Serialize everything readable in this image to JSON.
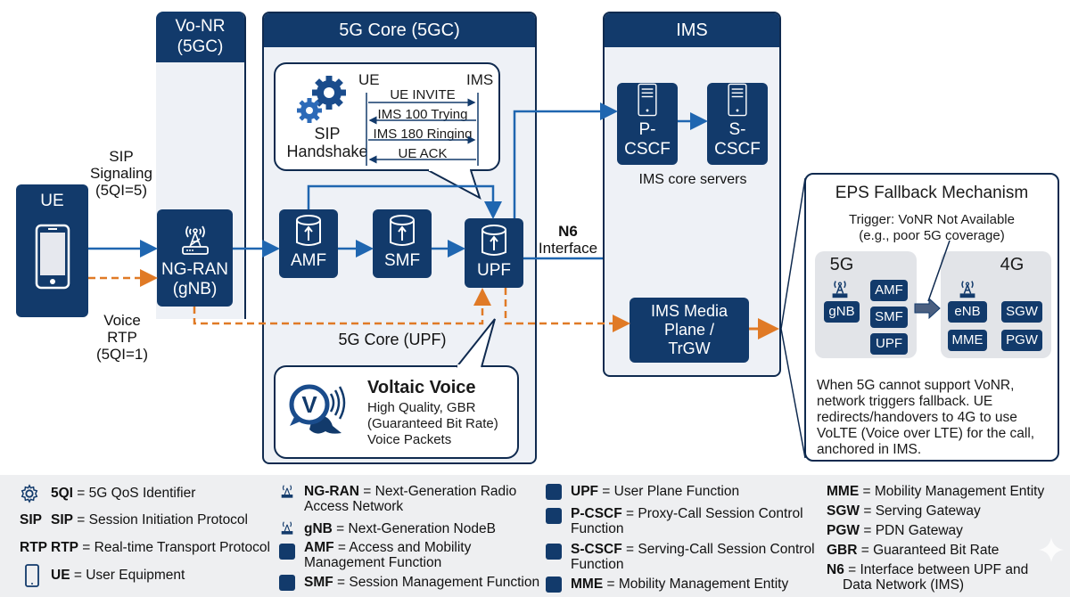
{
  "lanes": {
    "vonr": {
      "title_line1": "Vo-NR",
      "title_line2": "(5GC)"
    },
    "core": {
      "title": "5G Core (5GC)"
    },
    "ims": {
      "title": "IMS"
    }
  },
  "ue": {
    "label": "UE"
  },
  "ngran": {
    "label_line1": "NG-RAN",
    "label_line2": "(gNB)"
  },
  "signaling_label": {
    "line1": "SIP",
    "line2": "Signaling",
    "line3": "(5QI=5)"
  },
  "voice_label": {
    "line1": "Voice",
    "line2": "RTP",
    "line3": "(5QI=1)"
  },
  "core_nodes": {
    "amf": "AMF",
    "smf": "SMF",
    "upf": "UPF"
  },
  "sip_handshake": {
    "title_line1": "SIP",
    "title_line2": "Handshake",
    "left_party": "UE",
    "right_party": "IMS",
    "messages": [
      {
        "text": "UE INVITE",
        "direction": "right"
      },
      {
        "text": "IMS 100 Trying",
        "direction": "left"
      },
      {
        "text": "IMS 180 Ringing",
        "direction": "right"
      },
      {
        "text": "UE ACK",
        "direction": "left"
      }
    ]
  },
  "upf_label": "5G Core (UPF)",
  "voltaic": {
    "title": "Voltaic Voice",
    "line1": "High Quality, GBR",
    "line2": "(Guaranteed Bit Rate)",
    "line3": "Voice Packets",
    "icon_letter": "V"
  },
  "n6_label": {
    "line1": "N6",
    "line2": "Interface"
  },
  "ims_nodes": {
    "pcscf": "P-CSCF",
    "scscf": "S-CSCF",
    "servers_caption": "IMS core servers",
    "media_line1": "IMS Media",
    "media_line2": "Plane /",
    "media_line3": "TrGW"
  },
  "eps": {
    "title": "EPS Fallback Mechanism",
    "trigger_line1": "Trigger: VoNR Not Available",
    "trigger_line2": "(e.g., poor 5G coverage)",
    "fiveg": {
      "title": "5G",
      "gnb": "gNB",
      "chips": [
        "AMF",
        "SMF",
        "UPF"
      ]
    },
    "fourg": {
      "title": "4G",
      "chips": [
        "eNB",
        "SGW",
        "MME",
        "PGW"
      ]
    },
    "description": [
      "When 5G cannot support VoNR,",
      "network triggers fallback. UE",
      "redirects/handovers to 4G to use",
      "VoLTE (Voice over LTE) for the call,",
      "anchored in IMS."
    ]
  },
  "legend": {
    "col1": [
      {
        "icon": "gear-icon",
        "key": "5QI",
        "desc": " = 5G QoS Identifier"
      },
      {
        "icon_text": "SIP",
        "key": "SIP",
        "desc": " = Session Initiation Protocol"
      },
      {
        "icon_text": "RTP",
        "key": "RTP",
        "desc": " = Real-time Transport Protocol"
      },
      {
        "icon": "phone-icon",
        "key": "UE",
        "desc": " = User Equipment"
      }
    ],
    "col2": [
      {
        "icon": "antenna-icon",
        "key": "NG-RAN",
        "desc": " = Next-Generation Radio",
        "desc2": "Access Network"
      },
      {
        "icon": "antenna-icon",
        "key": "gNB",
        "desc": " = Next-Generation NodeB"
      },
      {
        "icon": "square-icon",
        "key": "AMF",
        "desc": " = Access and Mobility",
        "desc2": "Management Function"
      },
      {
        "icon": "square-icon",
        "key": "SMF",
        "desc": " = Session Management Function"
      }
    ],
    "col3": [
      {
        "icon": "square-icon",
        "key": "UPF",
        "desc": " = User Plane Function"
      },
      {
        "icon": "square-icon",
        "key": "P-CSCF",
        "desc": " = Proxy-Call Session Control",
        "desc2": "Function"
      },
      {
        "icon": "square-icon",
        "key": "S-CSCF",
        "desc": " = Serving-Call Session Control",
        "desc2": "Function"
      },
      {
        "icon": "square-icon",
        "key": "MME",
        "desc": " = Mobility Management Entity"
      }
    ],
    "col4": [
      {
        "key": "MME",
        "desc": " = Mobility Management Entity"
      },
      {
        "key": "SGW",
        "desc": " = Serving Gateway"
      },
      {
        "key": "PGW",
        "desc": " = PDN Gateway"
      },
      {
        "key": "GBR",
        "desc": " = Guaranteed Bit Rate"
      },
      {
        "key": "N6",
        "desc": " = Interface between UPF and",
        "desc2": "Data Network (IMS)"
      }
    ]
  },
  "colors": {
    "navy": "#123a6b",
    "signal_blue": "#1f66b0",
    "voice_orange": "#e07a26",
    "lane_bg": "#eef1f6"
  }
}
